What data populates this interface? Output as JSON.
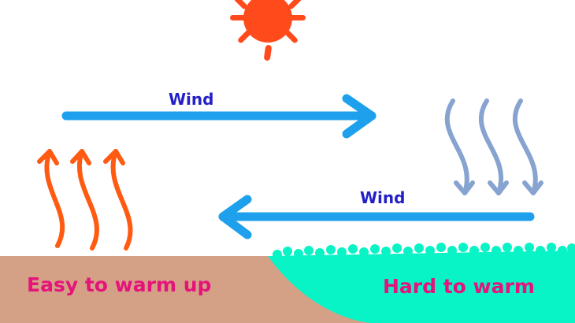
{
  "labels": {
    "wind_top": "Wind",
    "wind_bottom": "Wind",
    "land": "Easy to warm up",
    "sea": "Hard to warm"
  },
  "colors": {
    "sun": "#ff4a1c",
    "wind_arrow": "#1ea0ec",
    "wind_text": "#2420c8",
    "rising_air": "#ff5a12",
    "sinking_air": "#86a4cf",
    "land": "#d5a186",
    "sea": "#08f3c6",
    "ground_text": "#e4147a"
  },
  "icons": {
    "sun": "sun-icon",
    "rising_air": "rising-warm-air-arrows",
    "sinking_air": "sinking-cool-air-arrows"
  }
}
